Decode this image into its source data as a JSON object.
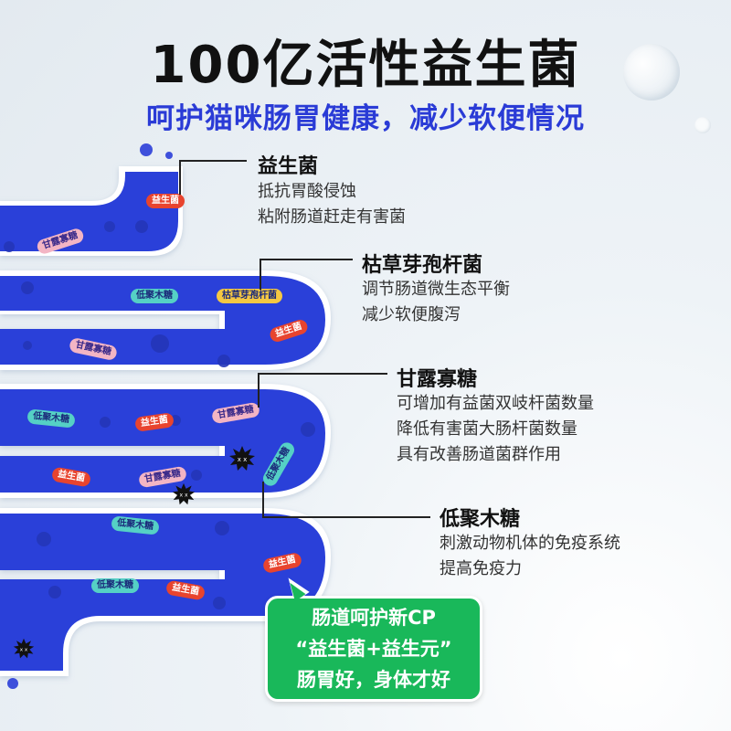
{
  "title": "100亿活性益生菌",
  "subtitle": "呵护猫咪肠胃健康，减少软便情况",
  "labels": [
    {
      "head": "益生菌",
      "desc": [
        "抵抗胃酸侵蚀",
        "粘附肠道赶走有害菌"
      ]
    },
    {
      "head": "枯草芽孢杆菌",
      "desc": [
        "调节肠道微生态平衡",
        "减少软便腹泻"
      ]
    },
    {
      "head": "甘露寡糖",
      "desc": [
        "可增加有益菌双岐杆菌数量",
        "降低有害菌大肠杆菌数量",
        "具有改善肠道菌群作用"
      ]
    },
    {
      "head": "低聚木糖",
      "desc": [
        "刺激动物机体的免疫系统",
        "提高免疫力"
      ]
    }
  ],
  "pills": {
    "probiotic": "益生菌",
    "subtilis": "枯草芽孢杆菌",
    "mannan": "甘露寡糖",
    "xylo": "低聚木糖"
  },
  "cp_box": {
    "line1": "肠道呵护新CP",
    "line2": "“益生菌+益生元”",
    "line3": "肠胃好，身体才好"
  },
  "colors": {
    "gut_blue": "#2c3fd9",
    "accent_blue": "#2a3bd6",
    "cp_green": "#19b85a"
  }
}
